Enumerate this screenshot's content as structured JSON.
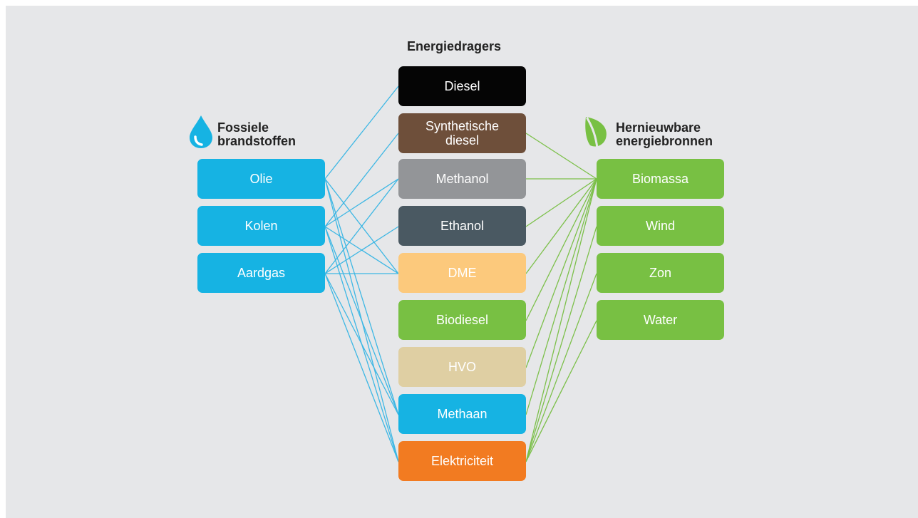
{
  "titles": {
    "center": "Energiedragers",
    "left_line1": "Fossiele",
    "left_line2": "brandstoffen",
    "right_line1": "Hernieuwbare",
    "right_line2": "energiebronnen"
  },
  "icons": {
    "left": "water-drop-icon",
    "right": "leaf-icon"
  },
  "colors": {
    "fossil": "#16b3e3",
    "renewable": "#78c043",
    "fossil_line": "#3db7e4",
    "renewable_line": "#7cc04a"
  },
  "fossil_sources": [
    {
      "label": "Olie"
    },
    {
      "label": "Kolen"
    },
    {
      "label": "Aardgas"
    }
  ],
  "carriers": [
    {
      "label": "Diesel",
      "bg": "#050505",
      "fg": "#ffffff"
    },
    {
      "label": "Synthetische diesel",
      "line1": "Synthetische",
      "line2": "diesel",
      "bg": "#6e4f3a",
      "fg": "#ffffff"
    },
    {
      "label": "Methanol",
      "bg": "#939598",
      "fg": "#ffffff"
    },
    {
      "label": "Ethanol",
      "bg": "#4a5962",
      "fg": "#ffffff"
    },
    {
      "label": "DME",
      "bg": "#fcc97c",
      "fg": "#ffffff"
    },
    {
      "label": "Biodiesel",
      "bg": "#78c043",
      "fg": "#ffffff"
    },
    {
      "label": "HVO",
      "bg": "#dfcfa3",
      "fg": "#ffffff"
    },
    {
      "label": "Methaan",
      "bg": "#16b3e3",
      "fg": "#ffffff"
    },
    {
      "label": "Elektriciteit",
      "bg": "#f27b21",
      "fg": "#ffffff"
    }
  ],
  "renewable_sources": [
    {
      "label": "Biomassa"
    },
    {
      "label": "Wind"
    },
    {
      "label": "Zon"
    },
    {
      "label": "Water"
    }
  ],
  "links": {
    "fossil": [
      {
        "from": "Olie",
        "to": [
          "Diesel",
          "DME",
          "Methaan",
          "Elektriciteit"
        ]
      },
      {
        "from": "Kolen",
        "to": [
          "Synthetische diesel",
          "Methanol",
          "DME",
          "Methaan",
          "Elektriciteit"
        ]
      },
      {
        "from": "Aardgas",
        "to": [
          "Methanol",
          "Ethanol",
          "DME",
          "Methaan",
          "Elektriciteit"
        ]
      }
    ],
    "renewable": [
      {
        "from": "Biomassa",
        "to": [
          "Synthetische diesel",
          "Methanol",
          "Ethanol",
          "DME",
          "Biodiesel",
          "HVO",
          "Methaan",
          "Elektriciteit"
        ]
      },
      {
        "from": "Wind",
        "to": [
          "Elektriciteit"
        ]
      },
      {
        "from": "Zon",
        "to": [
          "Elektriciteit"
        ]
      },
      {
        "from": "Water",
        "to": [
          "Elektriciteit"
        ]
      }
    ]
  }
}
